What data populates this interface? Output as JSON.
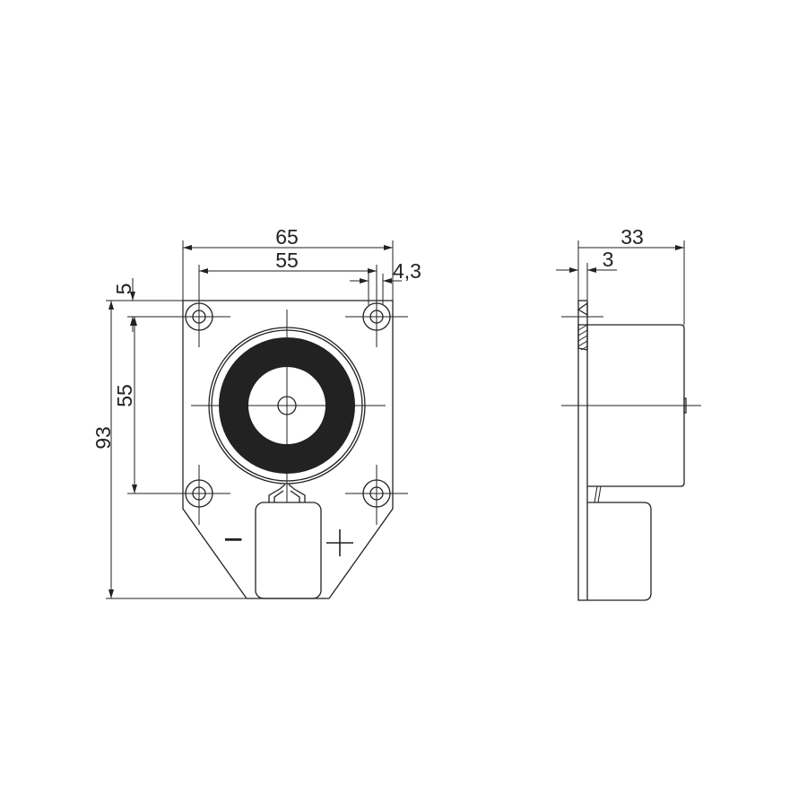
{
  "drawing": {
    "front_view": {
      "dimensions": {
        "overall_width": "65",
        "hole_spacing_horizontal": "55",
        "hole_diameter": "4,3",
        "hole_offset_top": "5",
        "hole_spacing_vertical": "55",
        "overall_height": "93"
      },
      "polarity": {
        "negative": "−",
        "positive": "+"
      }
    },
    "side_view": {
      "dimensions": {
        "overall_depth": "33",
        "plate_thickness": "3"
      }
    },
    "colors": {
      "line": "#222222",
      "magnet_ring": "#222222",
      "background": "#ffffff"
    }
  }
}
